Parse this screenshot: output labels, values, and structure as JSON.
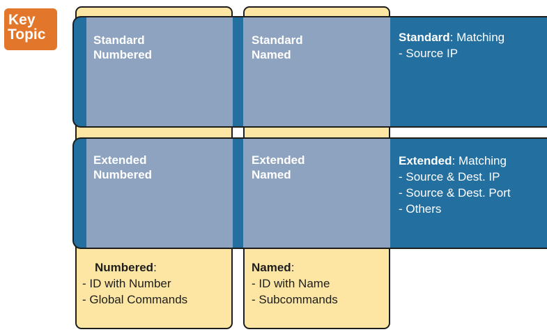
{
  "badge": {
    "line1": "Key",
    "line2": "Topic"
  },
  "standard": {
    "numbered": {
      "line1": "Standard",
      "line2": "Numbered"
    },
    "named": {
      "line1": "Standard",
      "line2": "Named"
    },
    "desc": {
      "head": "Standard",
      "suffix": ": Matching",
      "items": [
        "- Source IP"
      ]
    }
  },
  "extended": {
    "numbered": {
      "line1": "Extended",
      "line2": "Numbered"
    },
    "named": {
      "line1": "Extended",
      "line2": "Named"
    },
    "desc": {
      "head": "Extended",
      "suffix": ": Matching",
      "items": [
        "- Source & Dest. IP",
        "- Source & Dest. Port",
        "- Others"
      ]
    }
  },
  "numbered": {
    "head": "Numbered",
    "suffix": ":",
    "items": [
      "- ID with Number",
      "- Global Commands"
    ]
  },
  "named": {
    "head": "Named",
    "suffix": ":",
    "items": [
      "- ID with Name",
      "- Subcommands"
    ]
  },
  "colors": {
    "band_blue": "#236fa0",
    "overlap_blue": "#8ea3bf",
    "column_yellow": "#fde6a4",
    "badge_orange": "#e2762a"
  }
}
